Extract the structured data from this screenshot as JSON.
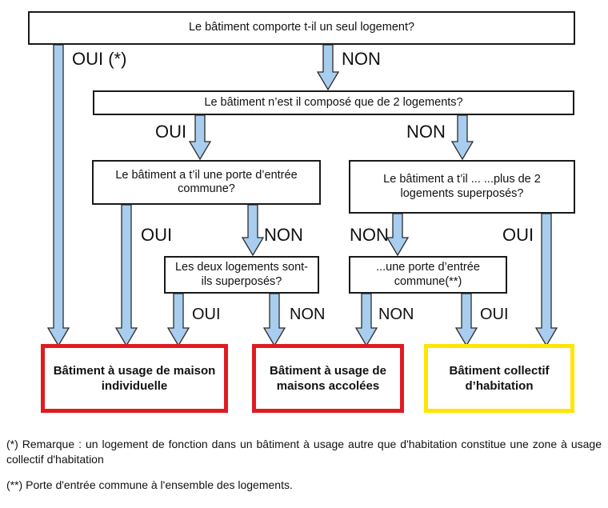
{
  "diagram": {
    "title": "Arbre de decision - classification des batiments d'habitation",
    "colors": {
      "arrow_fill": "#a8cdee",
      "arrow_stroke": "#2b2b2b",
      "box_border": "#1a1a1a",
      "result_red": "#e01b20",
      "result_yellow": "#ffe500",
      "text": "#111111",
      "background": "#ffffff"
    },
    "questions": [
      {
        "id": "q1",
        "text": "Le bâtiment comporte t-il un seul logement?"
      },
      {
        "id": "q2",
        "text": "Le bâtiment n’est il composé que de 2 logements?"
      },
      {
        "id": "q3",
        "text": "Le bâtiment a t’il une porte d’entrée commune?"
      },
      {
        "id": "q4",
        "text": "Le bâtiment a t’il ... ...plus de 2 logements superposés?"
      },
      {
        "id": "q5",
        "text": "Les deux logements sont-ils superposés?"
      },
      {
        "id": "q6",
        "text": "...une porte d’entrée commune(**)"
      }
    ],
    "results": [
      {
        "id": "r1",
        "text": "Bâtiment à usage de maison individuelle",
        "color": "#e01b20"
      },
      {
        "id": "r2",
        "text": "Bâtiment à usage de maisons accolées",
        "color": "#e01b20"
      },
      {
        "id": "r3",
        "text": "Bâtiment collectif d’habitation",
        "color": "#ffe500"
      }
    ],
    "edge_labels": [
      {
        "id": "e1",
        "text": "OUI (*)"
      },
      {
        "id": "e2",
        "text": "NON"
      },
      {
        "id": "e3",
        "text": "OUI"
      },
      {
        "id": "e4",
        "text": "NON"
      },
      {
        "id": "e5",
        "text": "OUI"
      },
      {
        "id": "e6",
        "text": "NON"
      },
      {
        "id": "e7",
        "text": "NON"
      },
      {
        "id": "e8",
        "text": "OUI"
      },
      {
        "id": "e9",
        "text": "OUI"
      },
      {
        "id": "e10",
        "text": "NON"
      },
      {
        "id": "e11",
        "text": "NON"
      },
      {
        "id": "e12",
        "text": "OUI"
      }
    ],
    "footnotes": [
      "(*) Remarque : un logement de fonction dans un bâtiment à usage autre que d'habitation constitue une zone à usage collectif d'habitation",
      "(**) Porte d'entrée commune à l'ensemble des logements."
    ]
  }
}
